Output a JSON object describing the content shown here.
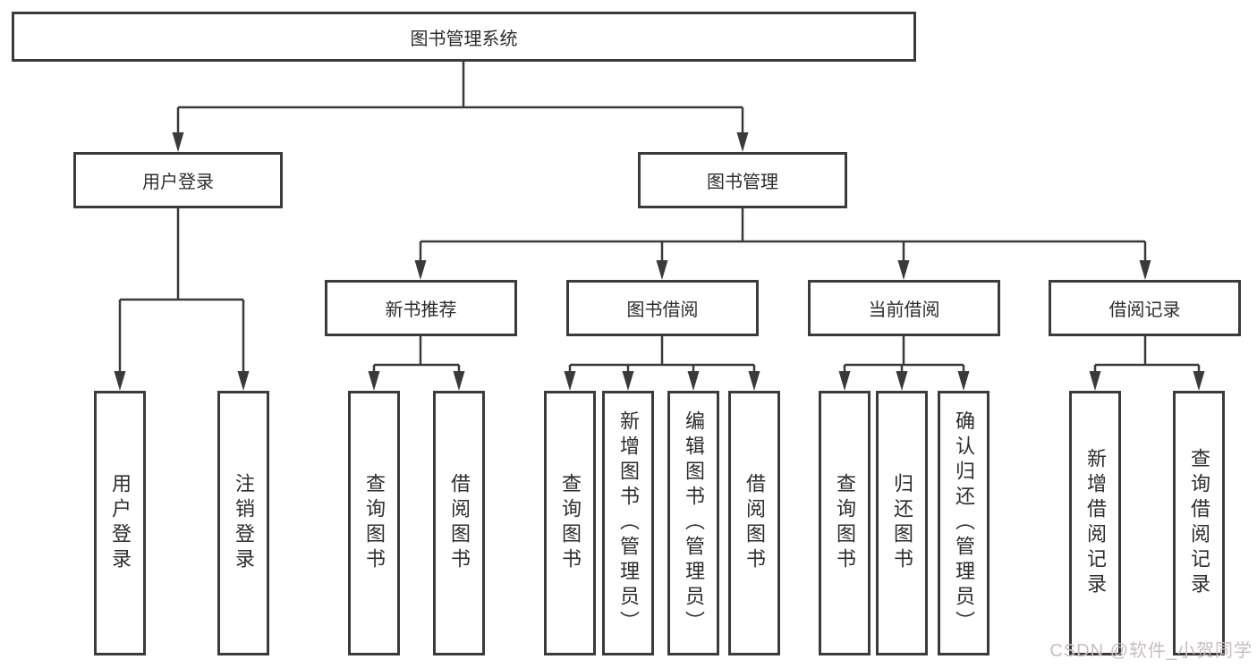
{
  "tree": {
    "label": "图书管理系统",
    "children": [
      {
        "label": "用户登录",
        "children": [
          {
            "label": "用户登录"
          },
          {
            "label": "注销登录"
          }
        ]
      },
      {
        "label": "图书管理",
        "children": [
          {
            "label": "新书推荐",
            "children": [
              {
                "label": "查询图书"
              },
              {
                "label": "借阅图书"
              }
            ]
          },
          {
            "label": "图书借阅",
            "children": [
              {
                "label": "查询图书"
              },
              {
                "label": "新增图书（管理员）"
              },
              {
                "label": "编辑图书（管理员）"
              },
              {
                "label": "借阅图书"
              }
            ]
          },
          {
            "label": "当前借阅",
            "children": [
              {
                "label": "查询图书"
              },
              {
                "label": "归还图书"
              },
              {
                "label": "确认归还（管理员）"
              }
            ]
          },
          {
            "label": "借阅记录",
            "children": [
              {
                "label": "新增借阅记录"
              },
              {
                "label": "查询借阅记录"
              }
            ]
          }
        ]
      }
    ]
  },
  "watermark": {
    "text": "CSDN @软件_小贺同学"
  },
  "style": {
    "box_border_color": "#3b3b3b",
    "line_color": "#3a3a3a",
    "text_color": "#2d2d2d",
    "watermark_color": "#c9bdbd",
    "background": "#ffffff"
  }
}
